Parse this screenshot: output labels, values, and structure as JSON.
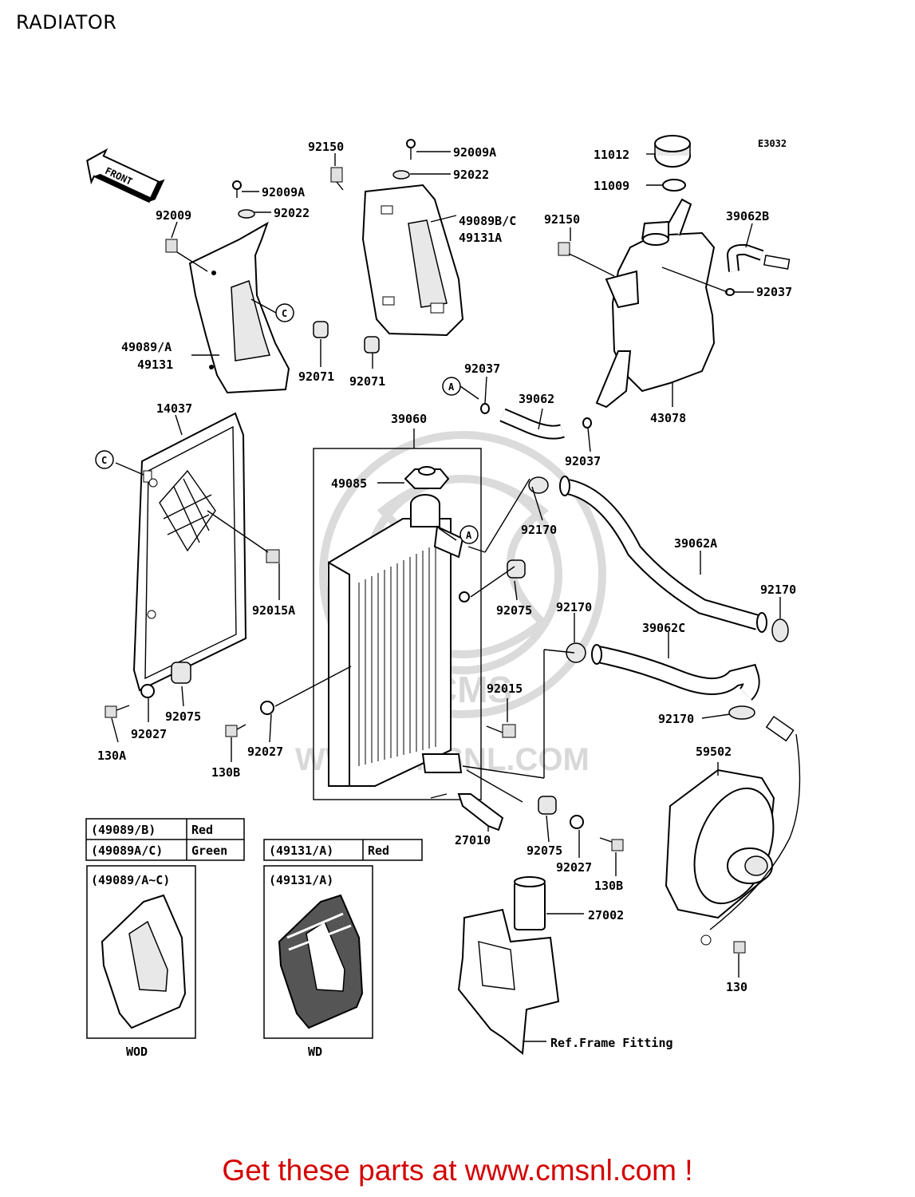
{
  "title": "RADIATOR",
  "diagram_code": "E3032",
  "front_label": "FRONT",
  "footer": "Get these parts at www.cmsnl.com !",
  "watermark": "WWW.CMSNL.COM",
  "watermark_logo": "CMS",
  "callouts": {
    "A": "A",
    "C": "C"
  },
  "parts": {
    "p92150a": "92150",
    "p92009A_a": "92009A",
    "p92022_a": "92022",
    "p92009A_b": "92009A",
    "p92022_b": "92022",
    "p92009": "92009",
    "p11012": "11012",
    "p11009": "11009",
    "p92150b": "92150",
    "p39062B": "39062B",
    "p49089BC": "49089B/C",
    "p49131A": "49131A",
    "p92037a": "92037",
    "p49089A": "49089/A",
    "p49131": "49131",
    "p92071a": "92071",
    "p92071b": "92071",
    "p92037b": "92037",
    "p39062": "39062",
    "p43078": "43078",
    "p14037": "14037",
    "p39060": "39060",
    "p92037c": "92037",
    "p49085": "49085",
    "p92170a": "92170",
    "p39062A": "39062A",
    "p92170b": "92170",
    "p92015A": "92015A",
    "p92075a": "92075",
    "p92170c": "92170",
    "p39062C": "39062C",
    "p92015": "92015",
    "p92075b": "92075",
    "p92027a": "92027",
    "p130A": "130A",
    "p92027b": "92027",
    "p130Ba": "130B",
    "p92170d": "92170",
    "p59502": "59502",
    "p27010": "27010",
    "p92075c": "92075",
    "p92027c": "92027",
    "p130Bb": "130B",
    "p27002": "27002",
    "p130": "130",
    "ref_frame": "Ref.Frame Fitting"
  },
  "legend_table_1": [
    [
      "(49089/B)",
      "Red"
    ],
    [
      "(49089A/C)",
      "Green"
    ]
  ],
  "legend_table_2": [
    [
      "(49131/A)",
      "Red"
    ]
  ],
  "variant_boxes": [
    {
      "label": "(49089/A~C)",
      "caption": "WOD"
    },
    {
      "label": "(49131/A)",
      "caption": "WD"
    }
  ]
}
